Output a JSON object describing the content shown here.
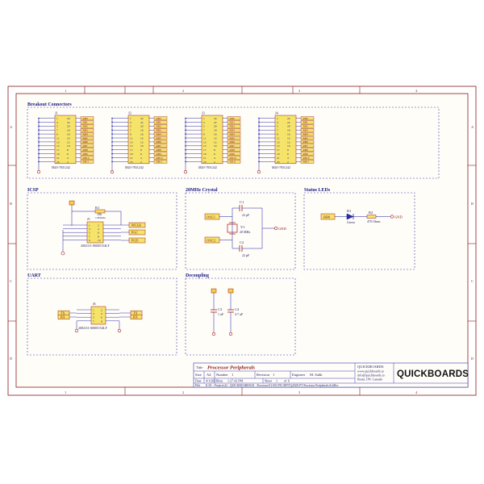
{
  "colors": {
    "frame": "#8b1a1a",
    "sheet": "#fffdf8",
    "wire": "#1a1aa6",
    "section": "#3a3ab0",
    "part": "#a01818",
    "label_fill": "#f5e36a",
    "label_stroke": "#9a2020",
    "title_ink": "#1a1a60"
  },
  "border": {
    "cols": [
      "1",
      "2",
      "3",
      "4"
    ],
    "rows": [
      "A",
      "B",
      "C",
      "D"
    ]
  },
  "sections": {
    "breakout": {
      "title": "Breakout Connectors",
      "connectors": [
        {
          "ref": "J1",
          "part": "M20-7831242",
          "labels": [
            "RB0",
            "RB1",
            "RB2",
            "RB3",
            "RB4",
            "RB5",
            "RB6",
            "RB7",
            "RB8",
            "RB9",
            "RB10",
            "RB11"
          ]
        },
        {
          "ref": "J2",
          "part": "M20-7831242",
          "labels": [
            "RB0",
            "RB1",
            "RB2",
            "RB3",
            "RB4",
            "RB5",
            "RB6",
            "RB7",
            "RB8",
            "RB9",
            "RB10",
            "RB11"
          ]
        },
        {
          "ref": "J3",
          "part": "M20-7831242",
          "labels": [
            "RD0",
            "RD1",
            "RD2",
            "RD3",
            "RD4",
            "RD5",
            "RD6",
            "RD7",
            "RD8",
            "RD9",
            "RD10",
            "RD11"
          ]
        },
        {
          "ref": "J4",
          "part": "M20-7831242",
          "labels": [
            "RB0",
            "RB1",
            "RB2",
            "RB3",
            "RB4",
            "RB5",
            "RB6",
            "RB7",
            "RB8",
            "RB9",
            "RB10",
            "RB11"
          ]
        }
      ],
      "pins_left": [
        "1",
        "3",
        "5",
        "7",
        "9",
        "11",
        "13",
        "15",
        "17",
        "19",
        "21",
        "23"
      ],
      "pins_right": [
        "24",
        "22",
        "20",
        "18",
        "16",
        "14",
        "12",
        "10",
        "8",
        "6",
        "4",
        "2"
      ]
    },
    "icsp": {
      "title": "ICSP",
      "resistor_ref": "R1",
      "resistor_val": "10k",
      "resistor_val2": "1/8Ohms",
      "connector_ref": "J5",
      "connector_part": "2002111-00005154LF",
      "labels": [
        "MCLR",
        "PGC",
        "PGD"
      ]
    },
    "crystal": {
      "title": "20MHz Crystal",
      "c1_ref": "C1",
      "c1_val": "22 pF",
      "c2_ref": "C2",
      "c2_val": "22 pF",
      "xtal_ref": "Y1",
      "xtal_val": "20 MHz",
      "labels": [
        "OSC1",
        "OSC2"
      ],
      "gnd": "GND"
    },
    "leds": {
      "title": "Status LEDs",
      "net": "RB0",
      "led_ref": "D1",
      "led_val": "Green",
      "res_ref": "R2",
      "res_val": "470 Ohms",
      "gnd": "GND"
    },
    "uart": {
      "title": "UART",
      "connector_ref": "J6",
      "connector_part": "2002111-00005154LF",
      "left_labels": [
        "TX",
        "RX"
      ],
      "right_labels": [
        "TX",
        "RX"
      ]
    },
    "decoupling": {
      "title": "Decoupling",
      "c3_ref": "C3",
      "c3_val": "1 uF",
      "c4_ref": "C4",
      "c4_val": "4.7 uF"
    }
  },
  "title_block": {
    "title_label": "Title",
    "title": "Processor Peripherals",
    "size_label": "Size",
    "size": "A4",
    "number_label": "Number",
    "number": "1",
    "revision_label": "Revision",
    "revision": "1",
    "engineer_label": "Engineer",
    "engineer": "M. Salik",
    "date_label": "Date",
    "date": "4/1/2021",
    "time_label": "Time",
    "time": "1:27:42 PM",
    "sheet_label": "Sheet",
    "sheet": "1",
    "of_label": "of",
    "of": "6",
    "file_label": "File",
    "file": "E:\\01 - Projects\\22 - QUICKBOARDS\\01 - Processor\\01-003 PIC18F57Q43\\00-PT Processor Peripherals.SchDoc",
    "company": "QUICKBOARDS",
    "website": "www.quickboards.io",
    "email": "info@quickboards.io",
    "city": "Brant, ON. Canada",
    "logo": "QUICKBOARDS"
  }
}
